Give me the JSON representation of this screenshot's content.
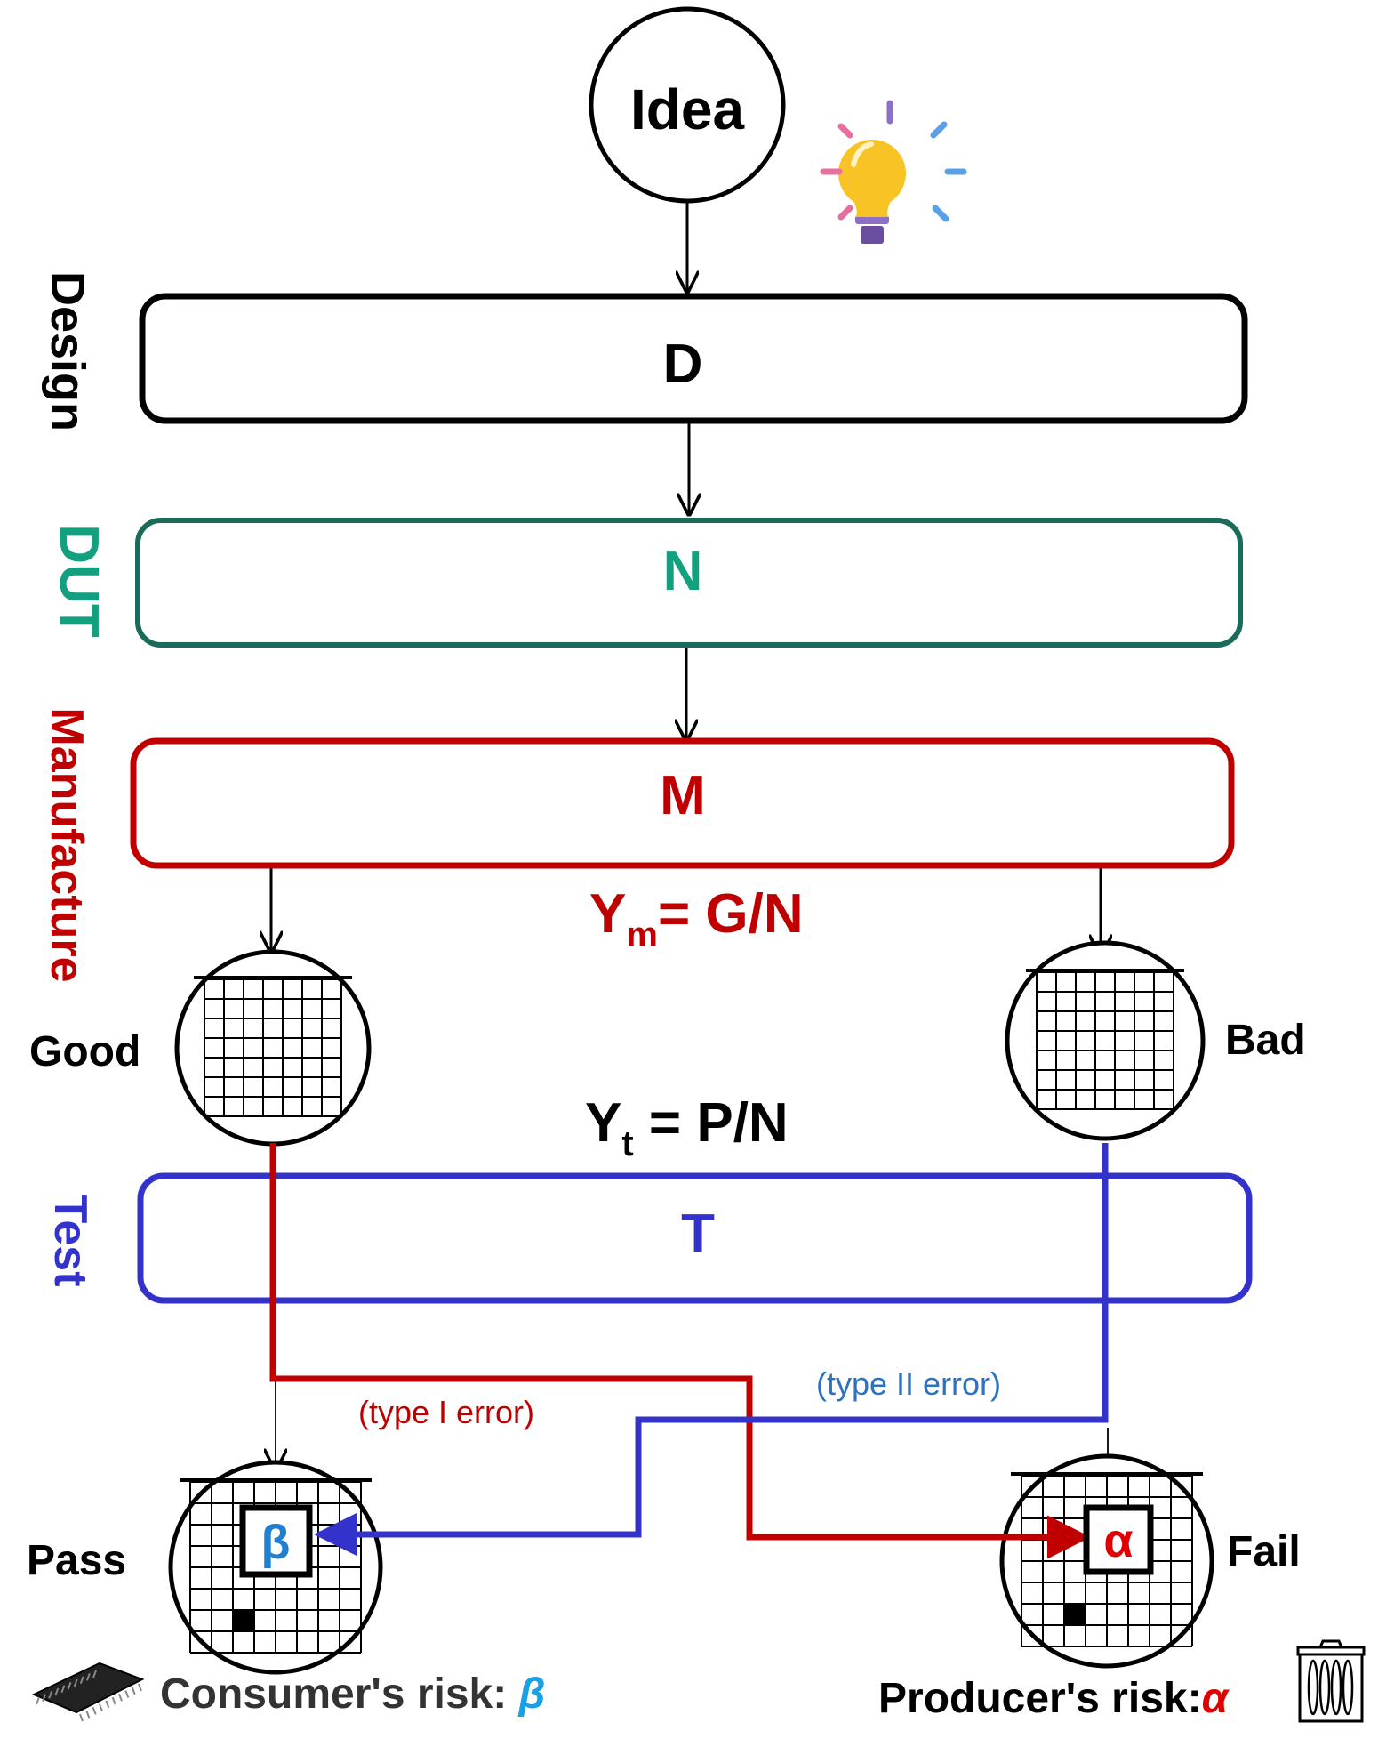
{
  "idea": {
    "label": "Idea"
  },
  "stages": {
    "design": {
      "side": "Design",
      "box": "D"
    },
    "dut": {
      "side": "DUT",
      "box": "N"
    },
    "manufacture": {
      "side": "Manufacture",
      "box": "M"
    },
    "test": {
      "side": "Test",
      "box": "T"
    }
  },
  "yields": {
    "manufacture": {
      "base": "Y",
      "sub": "m",
      "rest": "= G/N"
    },
    "test": {
      "base": "Y",
      "sub": "t",
      "rest": " = P/N"
    }
  },
  "wafers": {
    "good": "Good",
    "bad": "Bad",
    "pass": "Pass",
    "fail": "Fail"
  },
  "errors": {
    "type1": "(type I error)",
    "type2": "(type II error)"
  },
  "markers": {
    "beta": "β",
    "alpha": "α"
  },
  "risks": {
    "consumer": {
      "label": "Consumer's risk: ",
      "symbol": "β"
    },
    "producer": {
      "label": "Producer's risk:",
      "symbol": "α"
    }
  },
  "colors": {
    "design": "#000000",
    "dut": "#1a6b5a",
    "dut_text": "#13a07f",
    "manufacture": "#c00000",
    "test": "#3333cc",
    "blue_text": "#2b72c2",
    "beta": "#1f7fd0",
    "alpha": "#e00000"
  },
  "icons": [
    "lightbulb-icon",
    "microchip-icon",
    "trash-bin-icon"
  ]
}
